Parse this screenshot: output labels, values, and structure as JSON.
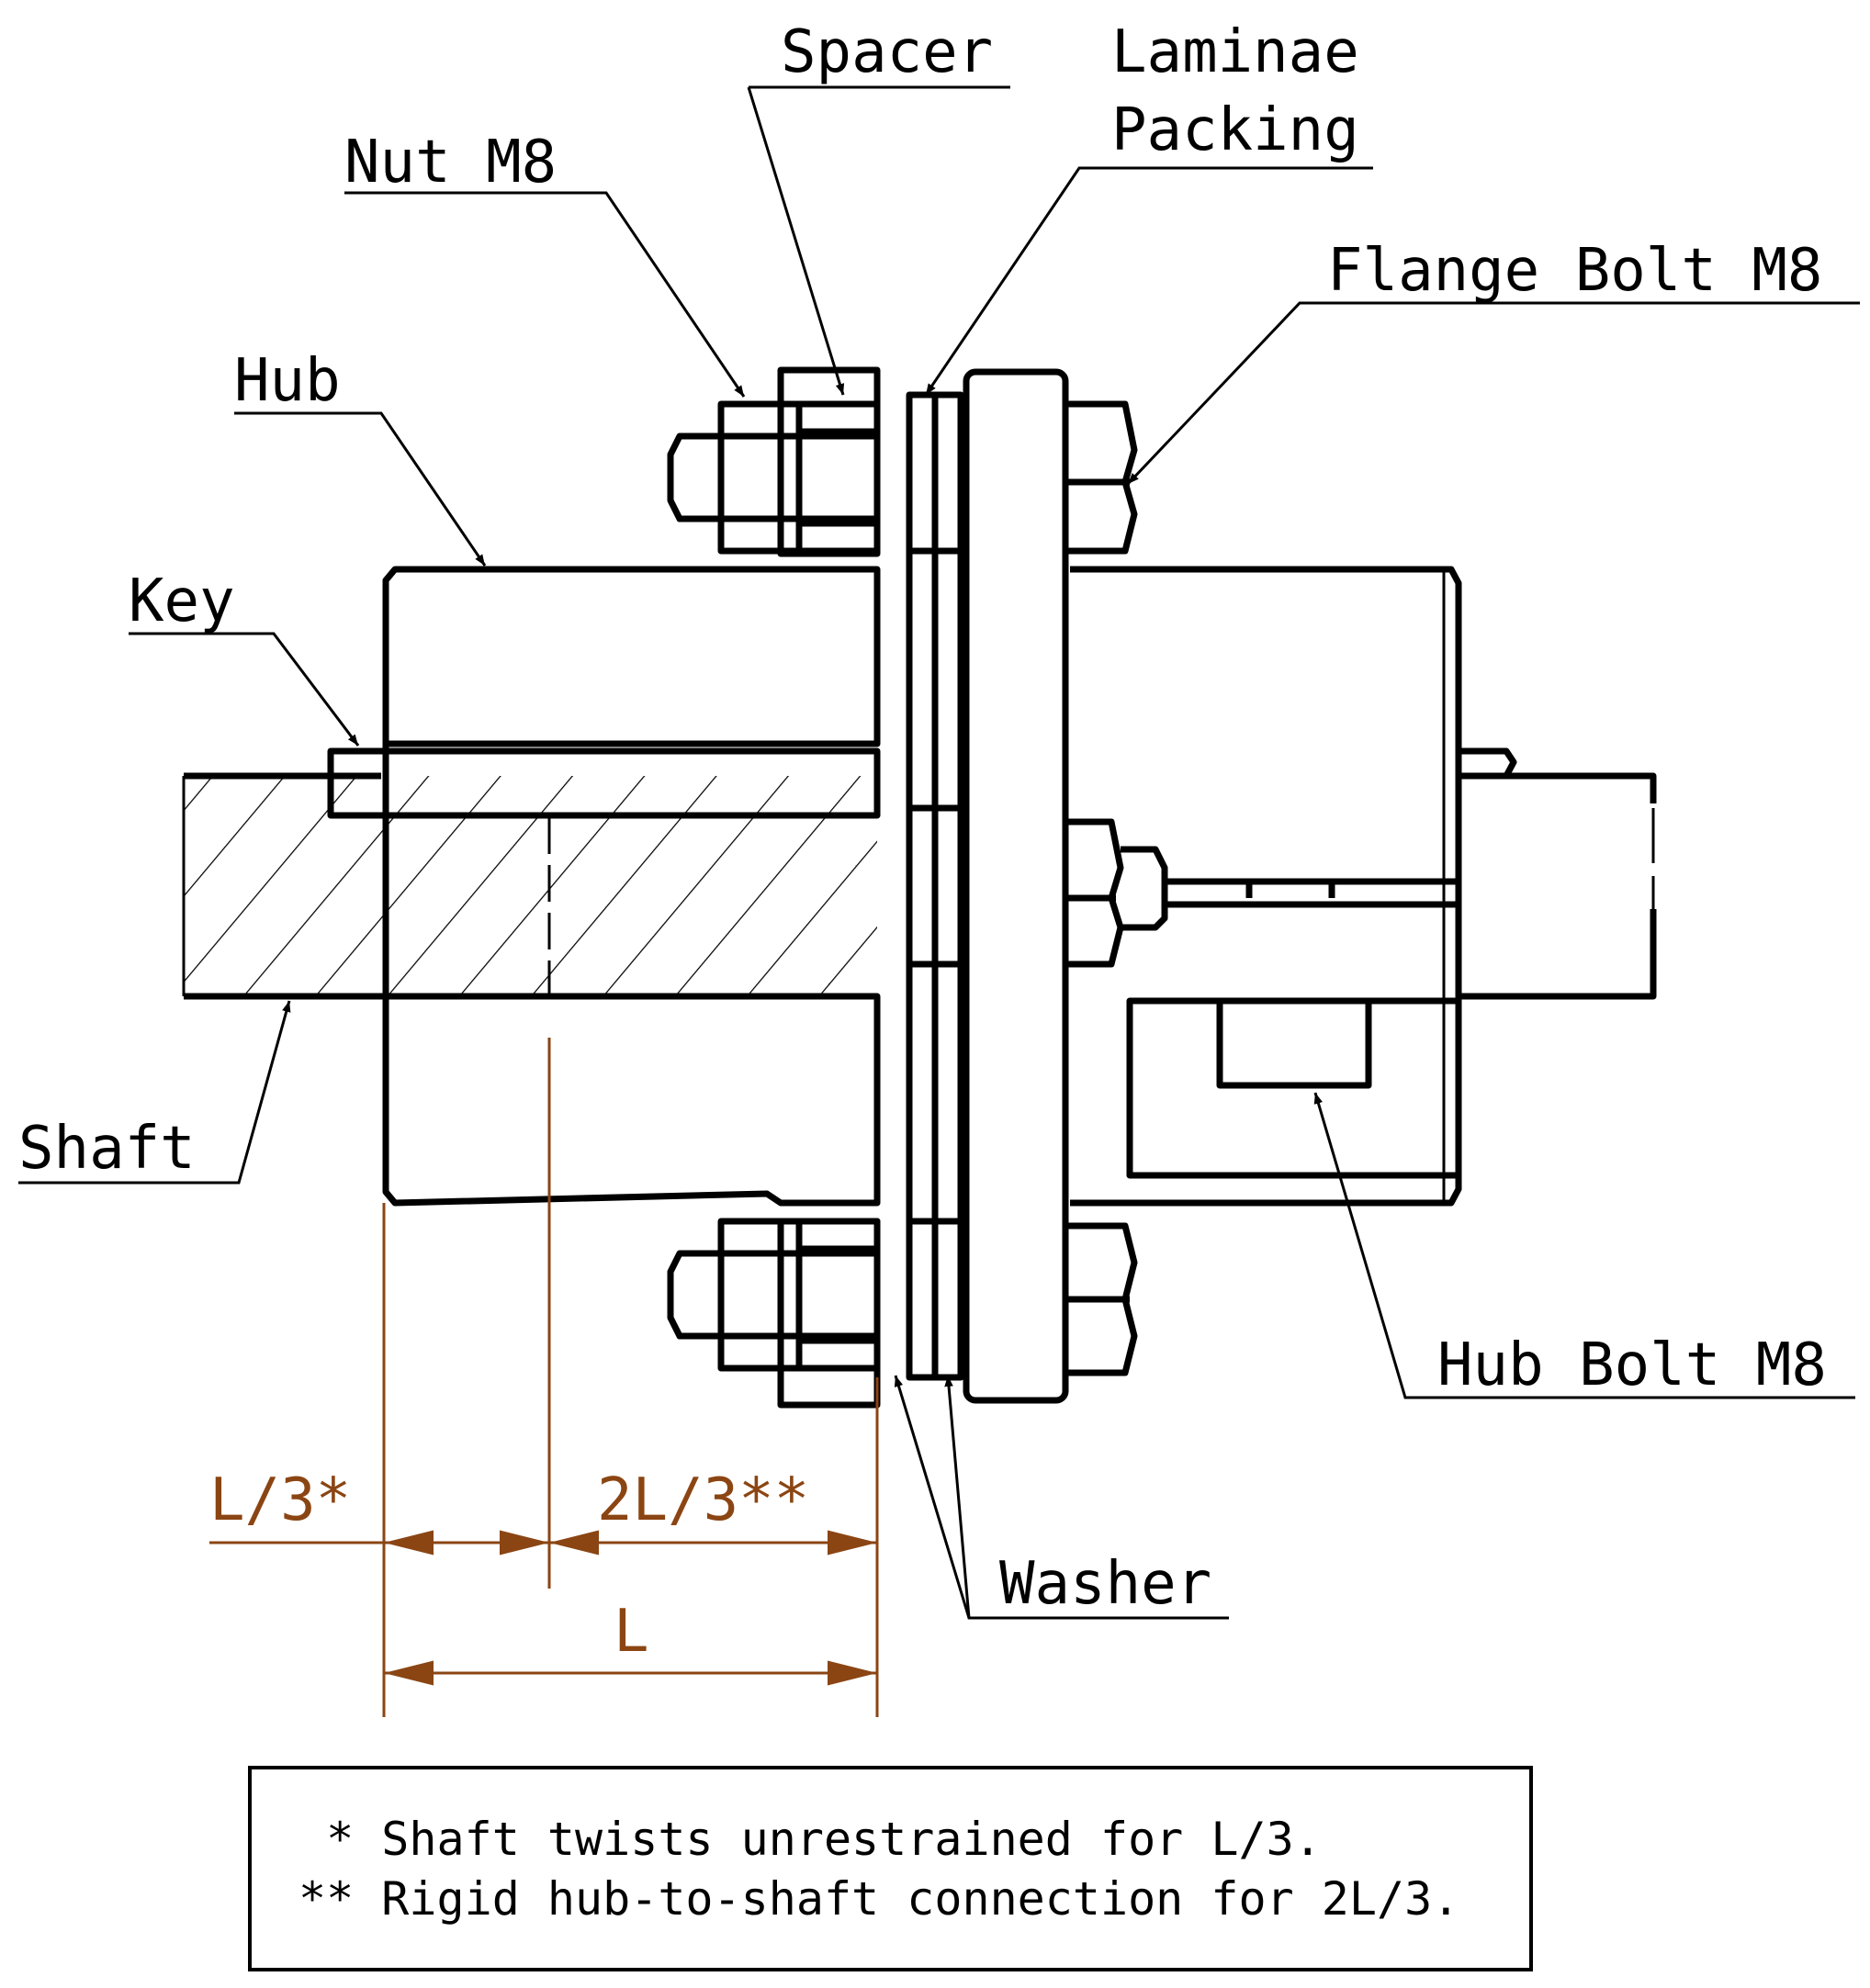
{
  "labels": {
    "spacer": "Spacer",
    "laminae_line1": "Laminae",
    "laminae_line2": "Packing",
    "nut": "Nut M8",
    "flange_bolt": "Flange Bolt M8",
    "hub": "Hub",
    "key": "Key",
    "shaft": "Shaft",
    "hub_bolt": "Hub Bolt M8",
    "washer": "Washer"
  },
  "dimensions": {
    "third": "L/3*",
    "two_thirds": "2L/3**",
    "length": "L"
  },
  "notes": {
    "line1": " * Shaft twists unrestrained for L/3.",
    "line2": "** Rigid hub-to-shaft connection for 2L/3."
  },
  "colors": {
    "dimension": "#8b4513",
    "line": "#000000"
  }
}
